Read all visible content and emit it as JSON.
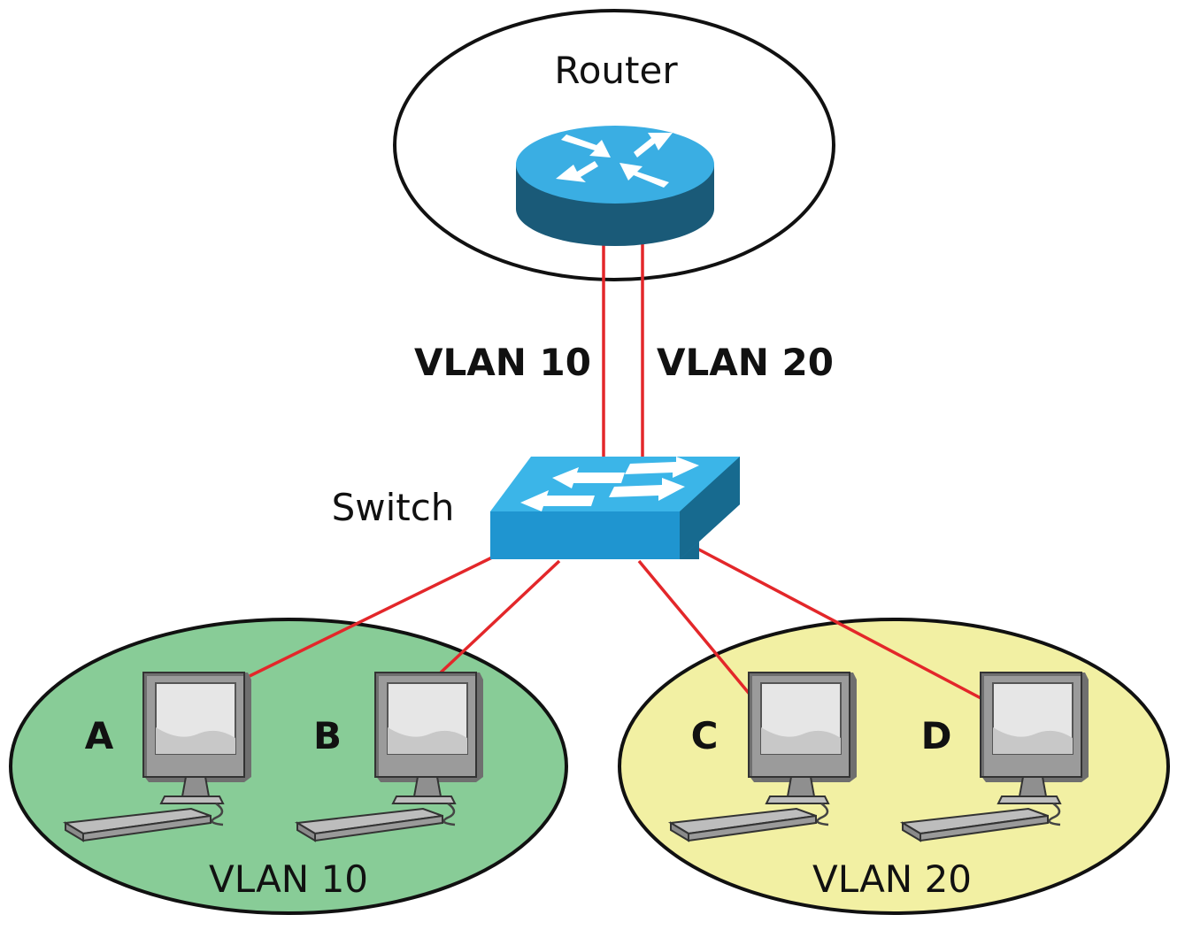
{
  "router": {
    "label": "Router"
  },
  "switch": {
    "label": "Switch"
  },
  "links": {
    "vlan10_label": "VLAN 10",
    "vlan20_label": "VLAN 20"
  },
  "groups": [
    {
      "label": "VLAN 10",
      "color": "#88cc97"
    },
    {
      "label": "VLAN 20",
      "color": "#f2f0a3"
    }
  ],
  "computers": [
    {
      "label": "A"
    },
    {
      "label": "B"
    },
    {
      "label": "C"
    },
    {
      "label": "D"
    }
  ],
  "colors": {
    "link": "#e3272a",
    "router_top": "#3aaee3",
    "router_side": "#1a5a78",
    "switch_top": "#3bb5e8",
    "switch_front": "#1f95d0",
    "switch_side": "#176a8f"
  }
}
